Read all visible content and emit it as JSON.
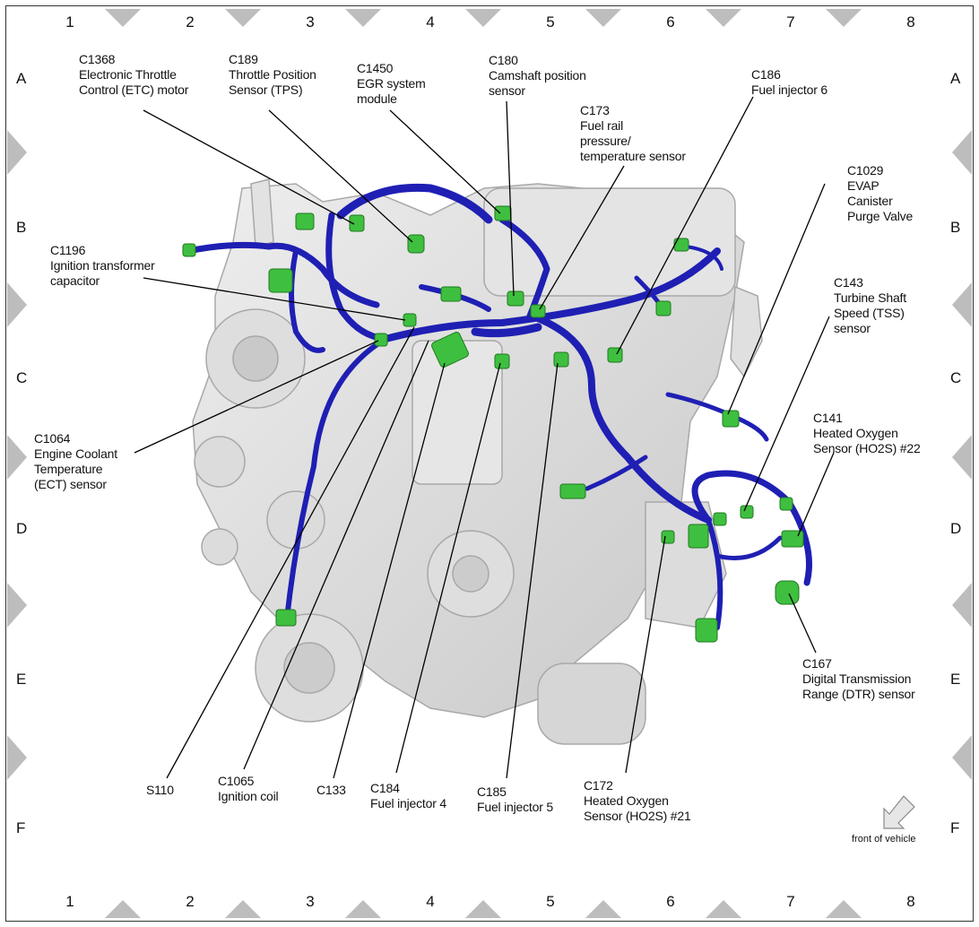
{
  "grid": {
    "columns": [
      "1",
      "2",
      "3",
      "4",
      "5",
      "6",
      "7",
      "8"
    ],
    "rows": [
      "A",
      "B",
      "C",
      "D",
      "E",
      "F"
    ]
  },
  "callouts": {
    "c1368": {
      "id": "C1368",
      "line1": "Electronic Throttle",
      "line2": "Control (ETC) motor"
    },
    "c189": {
      "id": "C189",
      "line1": "Throttle Position",
      "line2": "Sensor (TPS)"
    },
    "c1450": {
      "id": "C1450",
      "line1": "EGR system",
      "line2": "module"
    },
    "c180": {
      "id": "C180",
      "line1": "Camshaft position",
      "line2": "sensor"
    },
    "c173": {
      "id": "C173",
      "line1": "Fuel rail",
      "line2": "pressure/",
      "line3": "temperature sensor"
    },
    "c186": {
      "id": "C186",
      "line1": "Fuel injector 6"
    },
    "c1029": {
      "id": "C1029",
      "line1": "EVAP",
      "line2": "Canister",
      "line3": "Purge Valve"
    },
    "c1196": {
      "id": "C1196",
      "line1": "Ignition transformer",
      "line2": "capacitor"
    },
    "c143": {
      "id": "C143",
      "line1": "Turbine Shaft",
      "line2": "Speed (TSS)",
      "line3": "sensor"
    },
    "c141": {
      "id": "C141",
      "line1": "Heated Oxygen",
      "line2": "Sensor (HO2S) #22"
    },
    "c1064": {
      "id": "C1064",
      "line1": "Engine Coolant",
      "line2": "Temperature",
      "line3": "(ECT) sensor"
    },
    "c167": {
      "id": "C167",
      "line1": "Digital Transmission",
      "line2": "Range (DTR) sensor"
    },
    "s110": {
      "id": "S110"
    },
    "c1065": {
      "id": "C1065",
      "line1": "Ignition coil"
    },
    "c133": {
      "id": "C133"
    },
    "c184": {
      "id": "C184",
      "line1": "Fuel injector 4"
    },
    "c185": {
      "id": "C185",
      "line1": "Fuel injector 5"
    },
    "c172": {
      "id": "C172",
      "line1": "Heated Oxygen",
      "line2": "Sensor (HO2S) #21"
    }
  },
  "front_of_vehicle": "front of vehicle",
  "colors": {
    "harness": "#1f1fb4",
    "connector": "#3fbf3f",
    "engine": "#d9d9d9",
    "grid_marker": "#bdbdbd"
  }
}
